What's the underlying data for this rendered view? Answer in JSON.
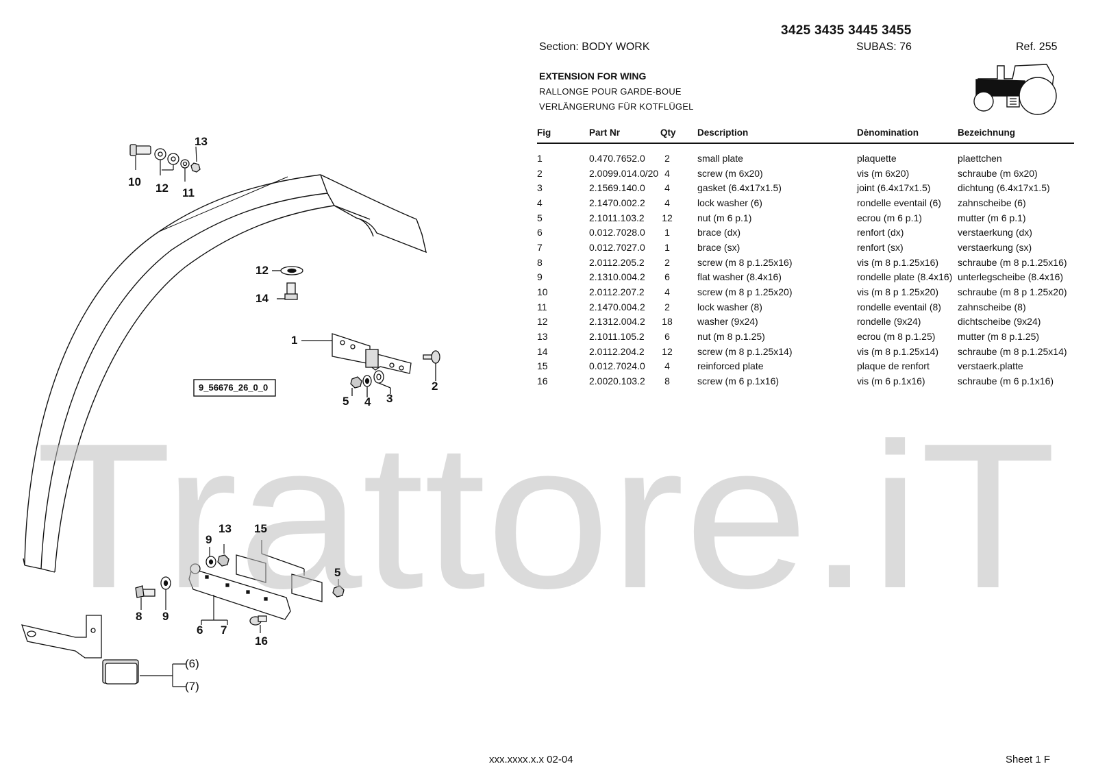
{
  "header": {
    "models": "3425 3435 3445 3455",
    "section": "Section: BODY  WORK",
    "subas": "SUBAS: 76",
    "ref": "Ref. 255"
  },
  "title": {
    "en": "EXTENSION FOR WING",
    "fr": "RALLONGE POUR  GARDE-BOUE",
    "de": "VERLÄNGERUNG FÜR KOTFLÜGEL"
  },
  "table": {
    "headers": [
      "Fig",
      "Part Nr",
      "Qty",
      "Description",
      "Dènomination",
      "Bezeichnung"
    ],
    "rows": [
      [
        "1",
        "0.470.7652.0",
        "2",
        "small plate",
        "plaquette",
        "plaettchen"
      ],
      [
        "2",
        "2.0099.014.0/20",
        "4",
        "screw (m 6x20)",
        "vis (m 6x20)",
        "schraube (m 6x20)"
      ],
      [
        "3",
        "2.1569.140.0",
        "4",
        "gasket (6.4x17x1.5)",
        "joint (6.4x17x1.5)",
        "dichtung (6.4x17x1.5)"
      ],
      [
        "4",
        "2.1470.002.2",
        "4",
        "lock washer (6)",
        "rondelle eventail (6)",
        "zahnscheibe (6)"
      ],
      [
        "5",
        "2.1011.103.2",
        "12",
        "nut (m 6 p.1)",
        "ecrou (m 6 p.1)",
        "mutter (m 6 p.1)"
      ],
      [
        "6",
        "0.012.7028.0",
        "1",
        "brace (dx)",
        "renfort (dx)",
        "verstaerkung (dx)"
      ],
      [
        "7",
        "0.012.7027.0",
        "1",
        "brace (sx)",
        "renfort (sx)",
        "verstaerkung (sx)"
      ],
      [
        "8",
        "2.0112.205.2",
        "2",
        "screw (m 8 p.1.25x16)",
        "vis (m 8 p.1.25x16)",
        "schraube (m 8 p.1.25x16)"
      ],
      [
        "9",
        "2.1310.004.2",
        "6",
        "flat washer (8.4x16)",
        "rondelle plate (8.4x16)",
        "unterlegscheibe (8.4x16)"
      ],
      [
        "10",
        "2.0112.207.2",
        "4",
        "screw (m 8 p 1.25x20)",
        "vis (m 8 p 1.25x20)",
        "schraube (m 8 p 1.25x20)"
      ],
      [
        "11",
        "2.1470.004.2",
        "2",
        "lock washer (8)",
        "rondelle eventail (8)",
        "zahnscheibe (8)"
      ],
      [
        "12",
        "2.1312.004.2",
        "18",
        "washer (9x24)",
        "rondelle (9x24)",
        "dichtscheibe (9x24)"
      ],
      [
        "13",
        "2.1011.105.2",
        "6",
        "nut (m 8 p.1.25)",
        "ecrou (m 8 p.1.25)",
        "mutter (m 8 p.1.25)"
      ],
      [
        "14",
        "2.0112.204.2",
        "12",
        "screw (m 8 p.1.25x14)",
        "vis (m 8 p.1.25x14)",
        "schraube (m 8 p.1.25x14)"
      ],
      [
        "15",
        "0.012.7024.0",
        "4",
        "reinforced plate",
        "plaque de renfort",
        "verstaerk.platte"
      ],
      [
        "16",
        "2.0020.103.2",
        "8",
        "screw (m 6 p.1x16)",
        "vis (m 6 p.1x16)",
        "schraube (m 6 p.1x16)"
      ]
    ]
  },
  "diagram": {
    "drawing_id": "9_56676_26_0_0",
    "callouts": [
      "13",
      "10",
      "12",
      "11",
      "12",
      "14",
      "1",
      "2",
      "5",
      "4",
      "3",
      "9",
      "13",
      "15",
      "5",
      "8",
      "9",
      "6",
      "7",
      "16",
      "(6)",
      "(7)"
    ]
  },
  "watermark": "Trattore.iT",
  "footer": {
    "code": "xxx.xxxx.x.x  02-04",
    "sheet": "Sheet 1 F"
  }
}
